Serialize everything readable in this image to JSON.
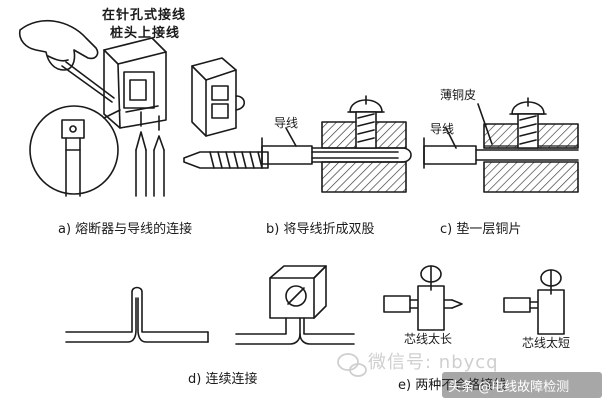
{
  "title": {
    "line1": "在针孔式接线",
    "line2": "桩头上接线"
  },
  "captions": {
    "a": "a) 熔断器与导线的连接",
    "b": "b) 将导线折成双股",
    "c": "c) 垫一层铜片",
    "d": "d) 连续连接",
    "e": "e) 两种不合格接线"
  },
  "labels": {
    "b_wire": "导线",
    "c_wire": "导线",
    "c_copper": "薄铜皮",
    "e_long": "芯线太长",
    "e_short": "芯线太短"
  },
  "watermark": {
    "wechat": "微信号: nbycq",
    "author": "头条 @电线故障检测"
  },
  "colors": {
    "line": "#1a1a1a",
    "hatch": "#333333",
    "watermark": "#cfcfcf"
  }
}
